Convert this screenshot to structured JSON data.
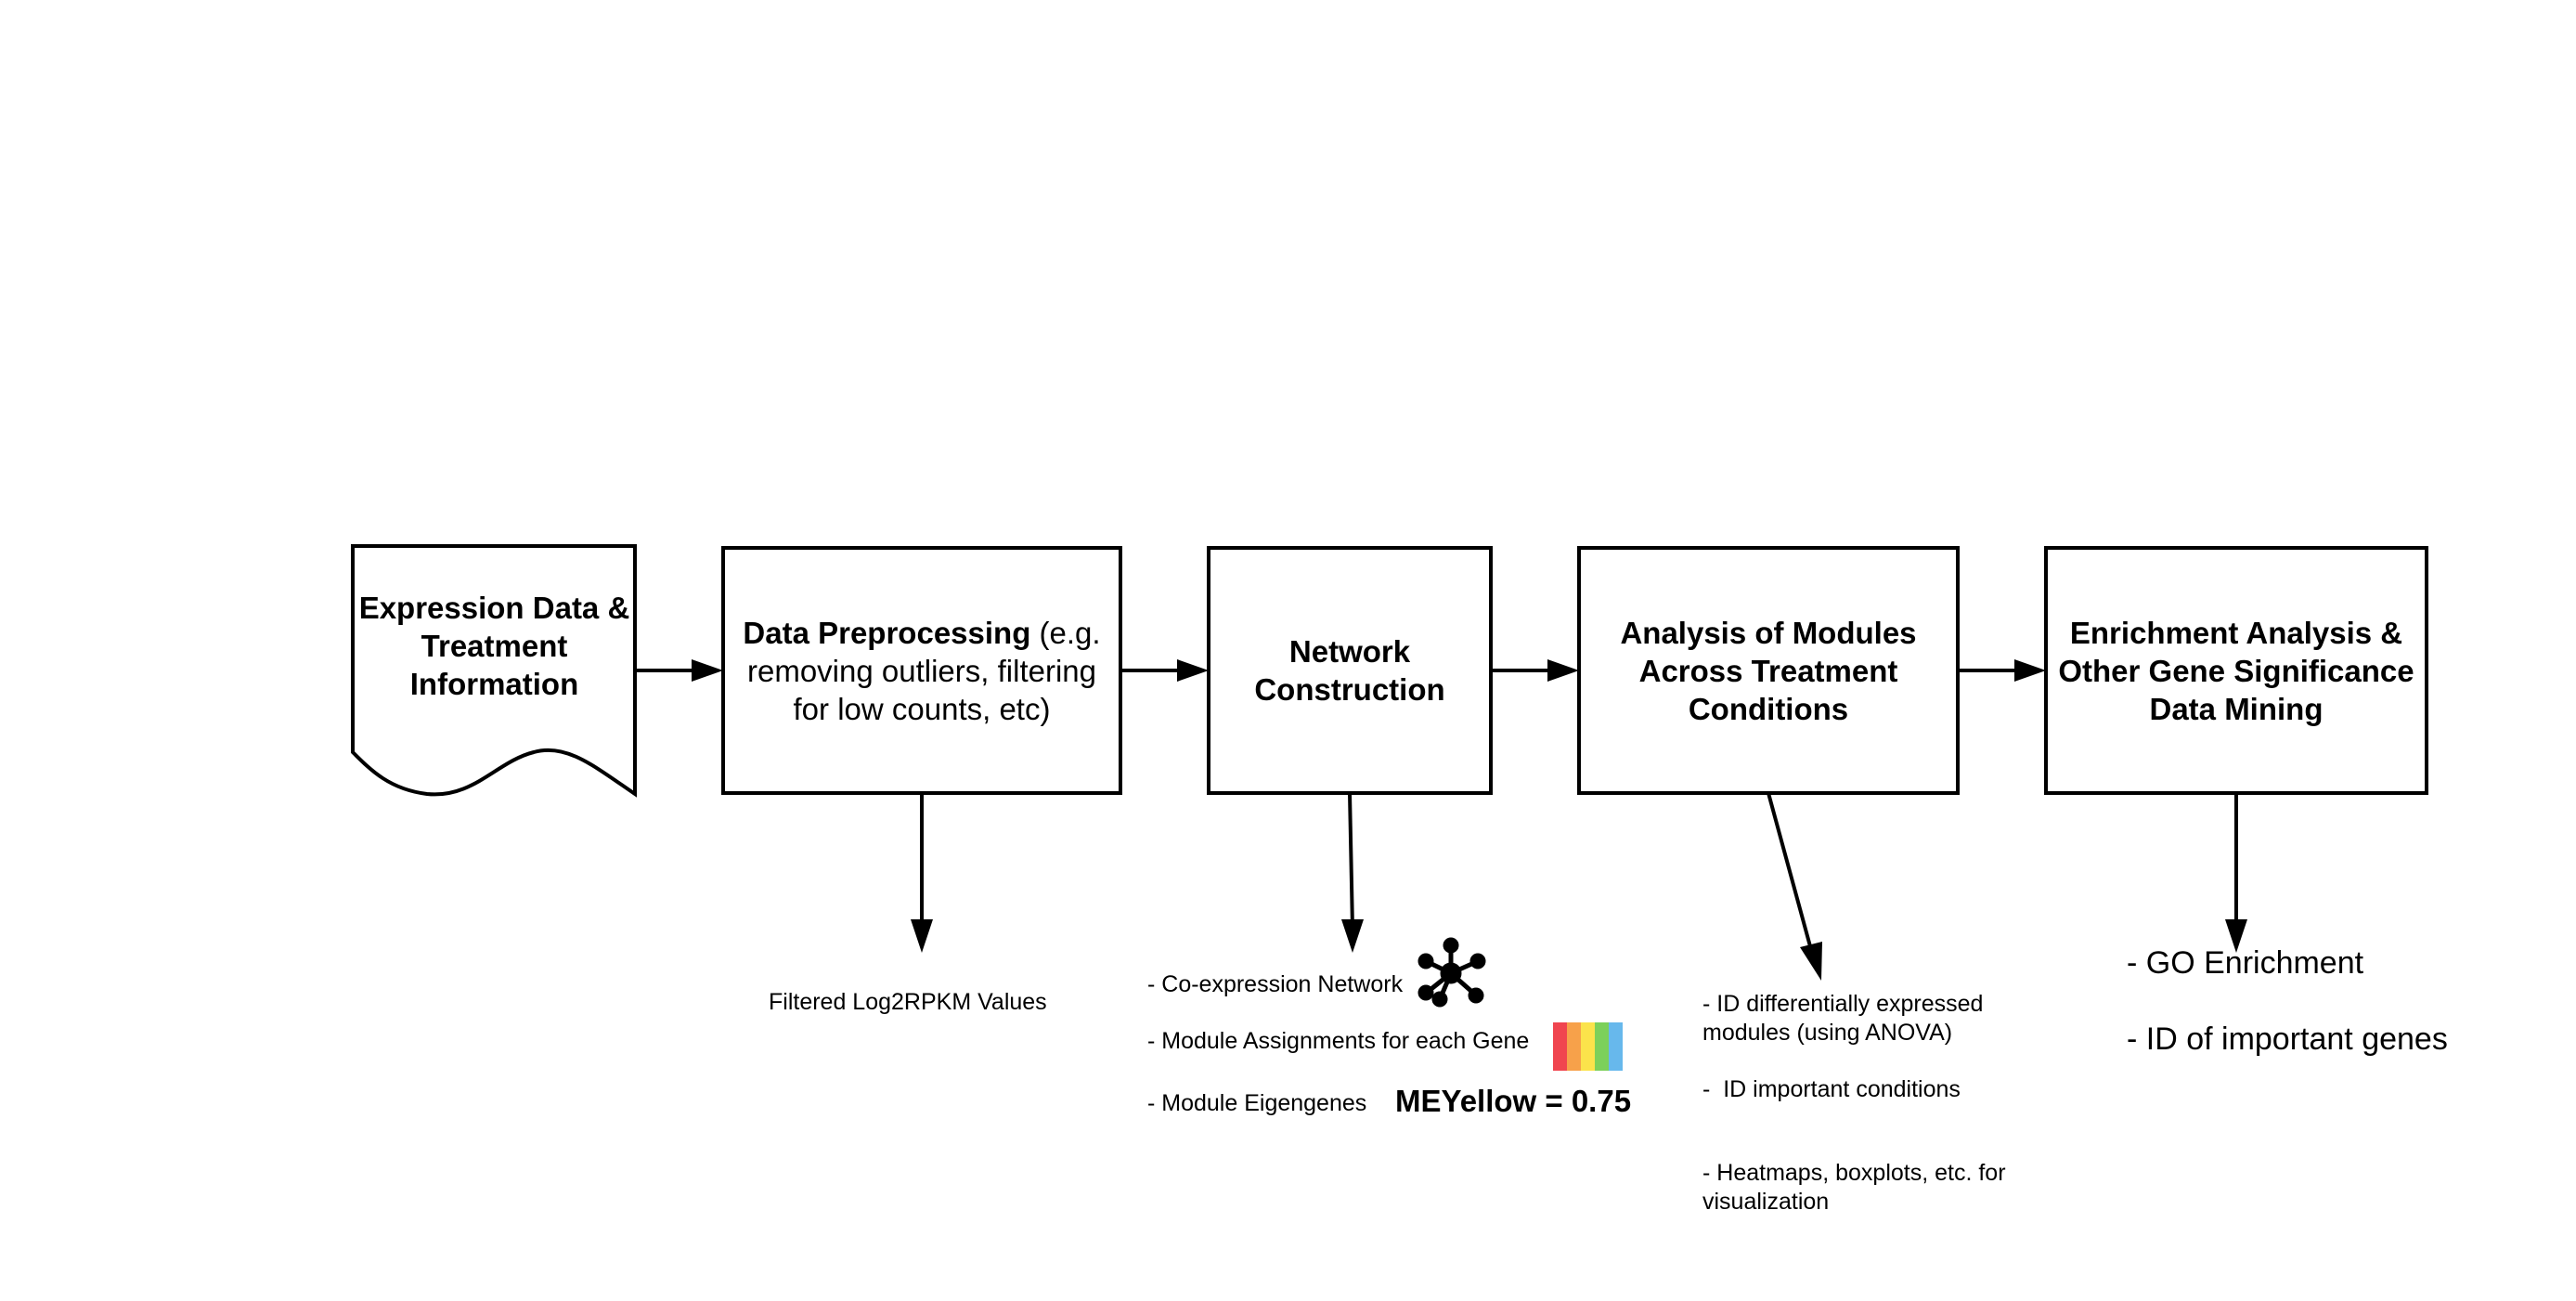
{
  "steps": [
    {
      "id": "expression",
      "title": "Expression Data & Treatment Information",
      "detail": ""
    },
    {
      "id": "preprocessing",
      "title": "Data Preprocessing",
      "detail": " (e.g. removing outliers, filtering for low counts, etc)"
    },
    {
      "id": "network",
      "title": "Network Construction",
      "detail": ""
    },
    {
      "id": "analysis",
      "title": "Analysis of Modules Across Treatment Conditions",
      "detail": ""
    },
    {
      "id": "enrichment",
      "title": "Enrichment Analysis & Other Gene Significance Data Mining",
      "detail": ""
    }
  ],
  "outputs": {
    "preprocessing": [
      "Filtered Log2RPKM Values"
    ],
    "network": [
      "- Co-expression Network",
      "- Module Assignments for each Gene",
      "- Module Eigengenes"
    ],
    "network_example_value": "MEYellow = 0.75",
    "analysis": [
      "- ID differentially expressed modules (using ANOVA)",
      "-  ID important conditions",
      "- Heatmaps, boxplots, etc. for visualization"
    ],
    "enrichment": [
      "- GO Enrichment",
      "- ID of important genes"
    ]
  },
  "icons": {
    "network": "network-graph-icon",
    "modules": "color-module-swatch-icon"
  },
  "colors": {
    "stroke": "#000000",
    "module_swatch": [
      "#f0454f",
      "#f7a14a",
      "#fbe34b",
      "#7cd05a",
      "#67b8ec"
    ]
  }
}
